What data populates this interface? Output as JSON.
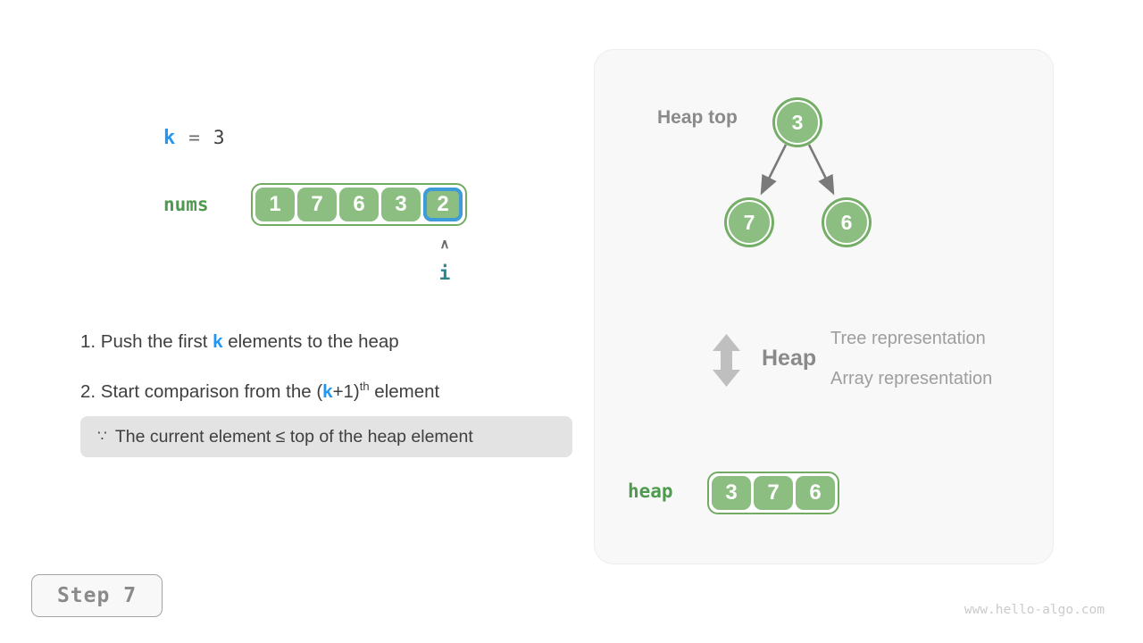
{
  "left": {
    "k_label": "k",
    "equals_sign": "=",
    "k_value": "3",
    "nums_label": "nums",
    "nums_values": [
      "1",
      "7",
      "6",
      "3",
      "2"
    ],
    "highlighted_index": 4,
    "pointer_caret": "∧",
    "pointer_label": "i"
  },
  "notes": {
    "line1": {
      "prefix": "1. Push the first ",
      "k": "k",
      "suffix": " elements to the heap"
    },
    "line2": {
      "prefix": "2. Start comparison from the (",
      "k": "k",
      "mid": "+1)",
      "sup": "th",
      "suffix": " element"
    },
    "because": {
      "symbol": "∵",
      "text": "The current element ≤ top of the heap element"
    }
  },
  "panel": {
    "heap_top_label": "Heap top",
    "tree": {
      "root": "3",
      "left_child": "7",
      "right_child": "6"
    },
    "legend": {
      "icon": "up-down-arrow-icon",
      "title": "Heap",
      "line1": "Tree representation",
      "line2": "Array representation"
    },
    "heap_label": "heap",
    "heap_values": [
      "3",
      "7",
      "6"
    ]
  },
  "footer": {
    "step_label": "Step 7",
    "watermark": "www.hello-algo.com"
  },
  "colors": {
    "accent_blue_text": "#2196f3",
    "highlight_blue_border": "#3e9cd9",
    "cell_green_fill": "#8cbe82",
    "cell_green_border": "#72ac63",
    "node_ring_green": "#74ad66",
    "label_green": "#4e9b50",
    "pointer_teal": "#2a868c",
    "heading_gray": "#8a8a8a",
    "repr_gray": "#9e9e9e",
    "dark_text": "#3f3f3f",
    "because_box_bg": "#e3e3e3",
    "panel_bg": "#f8f8f8",
    "edge_gray": "#7a7a7a",
    "updown_arrow_gray": "#bfbfbf",
    "watermark_gray": "#cbcbcb"
  }
}
